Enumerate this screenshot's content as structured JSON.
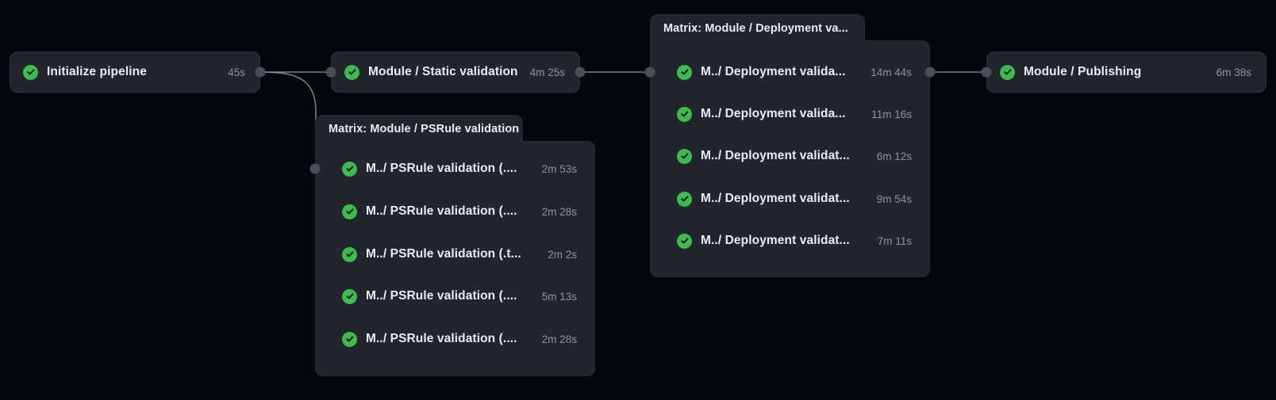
{
  "theme": {
    "background": "#04070b",
    "node_bg": "#21262d",
    "node_border": "#2b313a",
    "label_color": "#e6edf3",
    "duration_color": "#8b949e",
    "success_green": "#3fb950",
    "edge_color": "#8b949e",
    "port_color": "#484f58"
  },
  "graph": {
    "type": "pipeline-dag",
    "status_icon": "check-circle-icon",
    "nodes": [
      {
        "id": "initialize-pipeline",
        "kind": "job",
        "label": "Initialize pipeline",
        "duration": "45s",
        "status": "success"
      },
      {
        "id": "module-static-validation",
        "kind": "job",
        "label": "Module / Static validation",
        "duration": "4m 25s",
        "status": "success"
      },
      {
        "id": "module-publishing",
        "kind": "job",
        "label": "Module / Publishing",
        "duration": "6m 38s",
        "status": "success"
      }
    ],
    "groups": [
      {
        "id": "matrix-psrule-validation",
        "kind": "matrix-group",
        "title": "Matrix: Module / PSRule validation",
        "rows": [
          {
            "label": "M../ PSRule validation (....",
            "duration": "2m 53s",
            "status": "success"
          },
          {
            "label": "M../ PSRule validation (....",
            "duration": "2m 28s",
            "status": "success"
          },
          {
            "label": "M../ PSRule validation (.t...",
            "duration": "2m 2s",
            "status": "success"
          },
          {
            "label": "M../ PSRule validation (....",
            "duration": "5m 13s",
            "status": "success"
          },
          {
            "label": "M../ PSRule validation (....",
            "duration": "2m 28s",
            "status": "success"
          }
        ]
      },
      {
        "id": "matrix-deployment-validation",
        "kind": "matrix-group",
        "title": "Matrix: Module / Deployment va...",
        "rows": [
          {
            "label": "M../ Deployment valida...",
            "duration": "14m 44s",
            "status": "success"
          },
          {
            "label": "M../ Deployment valida...",
            "duration": "11m 16s",
            "status": "success"
          },
          {
            "label": "M../ Deployment validat...",
            "duration": "6m 12s",
            "status": "success"
          },
          {
            "label": "M../ Deployment validat...",
            "duration": "9m 54s",
            "status": "success"
          },
          {
            "label": "M../ Deployment validat...",
            "duration": "7m 11s",
            "status": "success"
          }
        ]
      }
    ],
    "edges": [
      {
        "from": "initialize-pipeline",
        "to": "module-static-validation"
      },
      {
        "from": "initialize-pipeline",
        "to": "matrix-psrule-validation"
      },
      {
        "from": "module-static-validation",
        "to": "matrix-deployment-validation"
      },
      {
        "from": "matrix-deployment-validation",
        "to": "module-publishing"
      }
    ]
  }
}
